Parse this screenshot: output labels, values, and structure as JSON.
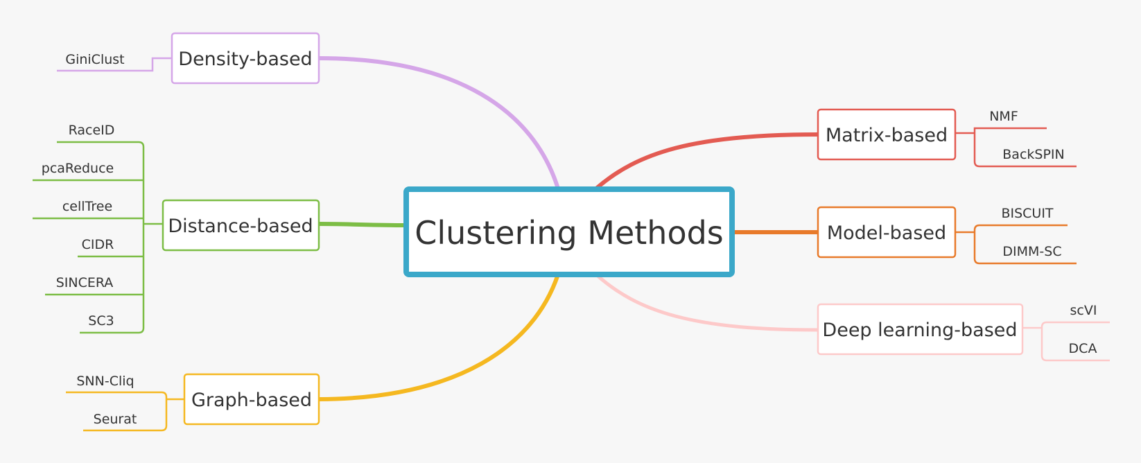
{
  "center": {
    "label": "Clustering Methods",
    "color": "#3ba8c9"
  },
  "branches": [
    {
      "id": "density",
      "label": "Density-based",
      "color": "#d5a6e8",
      "leaves": [
        "GiniClust"
      ]
    },
    {
      "id": "distance",
      "label": "Distance-based",
      "color": "#7cbd45",
      "leaves": [
        "RaceID",
        "pcaReduce",
        "cellTree",
        "CIDR",
        "SINCERA",
        "SC3"
      ]
    },
    {
      "id": "graph",
      "label": "Graph-based",
      "color": "#f5b820",
      "leaves": [
        "SNN-Cliq",
        "Seurat"
      ]
    },
    {
      "id": "matrix",
      "label": "Matrix-based",
      "color": "#e35b52",
      "leaves": [
        "NMF",
        "BackSPIN"
      ]
    },
    {
      "id": "model",
      "label": "Model-based",
      "color": "#e87a2a",
      "leaves": [
        "BISCUIT",
        "DIMM-SC"
      ]
    },
    {
      "id": "deep",
      "label": "Deep learning-based",
      "color": "#fdc9c9",
      "leaves": [
        "scVI",
        "DCA"
      ]
    }
  ]
}
